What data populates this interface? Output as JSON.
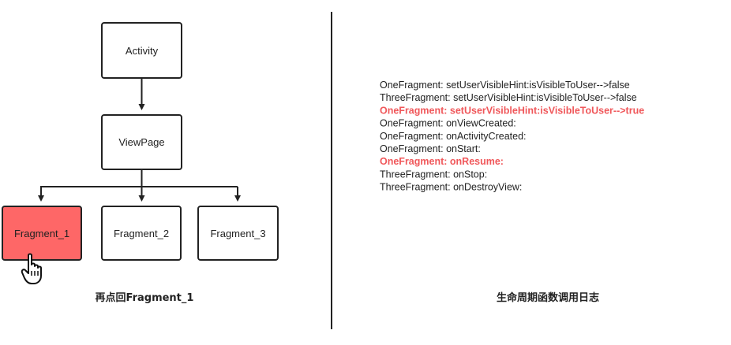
{
  "diagram": {
    "nodes": {
      "activity": "Activity",
      "viewpage": "ViewPage",
      "fragment_1": "Fragment_1",
      "fragment_2": "Fragment_2",
      "fragment_3": "Fragment_3"
    },
    "selected_node": "fragment_1",
    "caption": "再点回Fragment_1"
  },
  "log": {
    "caption": "生命周期函数调用日志",
    "lines": [
      {
        "text": "OneFragment: setUserVisibleHint:isVisibleToUser-->false",
        "highlight": false
      },
      {
        "text": "ThreeFragment: setUserVisibleHint:isVisibleToUser-->false",
        "highlight": false
      },
      {
        "text": "OneFragment: setUserVisibleHint:isVisibleToUser-->true",
        "highlight": true
      },
      {
        "text": "OneFragment: onViewCreated:",
        "highlight": false
      },
      {
        "text": "OneFragment: onActivityCreated:",
        "highlight": false
      },
      {
        "text": "OneFragment: onStart:",
        "highlight": false
      },
      {
        "text": "OneFragment: onResume:",
        "highlight": true
      },
      {
        "text": "ThreeFragment: onStop:",
        "highlight": false
      },
      {
        "text": "ThreeFragment: onDestroyView:",
        "highlight": false
      }
    ]
  },
  "colors": {
    "selected_fill": "#fe6767",
    "highlight_text": "#f0575a",
    "stroke": "#222222"
  },
  "icons": {
    "cursor": "hand-pointer-icon"
  }
}
